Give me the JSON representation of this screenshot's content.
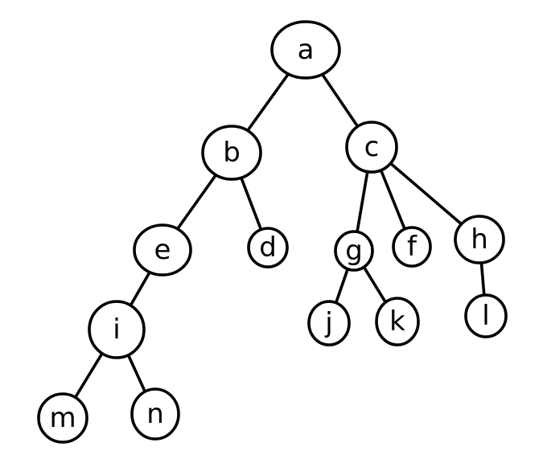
{
  "tree": {
    "nodes": [
      {
        "id": "a",
        "label": "a"
      },
      {
        "id": "b",
        "label": "b"
      },
      {
        "id": "c",
        "label": "c"
      },
      {
        "id": "e",
        "label": "e"
      },
      {
        "id": "d",
        "label": "d"
      },
      {
        "id": "g",
        "label": "g"
      },
      {
        "id": "f",
        "label": "f"
      },
      {
        "id": "h",
        "label": "h"
      },
      {
        "id": "i",
        "label": "i"
      },
      {
        "id": "j",
        "label": "j"
      },
      {
        "id": "k",
        "label": "k"
      },
      {
        "id": "l",
        "label": "l"
      },
      {
        "id": "m",
        "label": "m"
      },
      {
        "id": "n",
        "label": "n"
      }
    ],
    "edges": [
      [
        "a",
        "b"
      ],
      [
        "a",
        "c"
      ],
      [
        "b",
        "e"
      ],
      [
        "b",
        "d"
      ],
      [
        "c",
        "g"
      ],
      [
        "c",
        "f"
      ],
      [
        "c",
        "h"
      ],
      [
        "e",
        "i"
      ],
      [
        "g",
        "j"
      ],
      [
        "g",
        "k"
      ],
      [
        "h",
        "l"
      ],
      [
        "i",
        "m"
      ],
      [
        "i",
        "n"
      ]
    ]
  }
}
